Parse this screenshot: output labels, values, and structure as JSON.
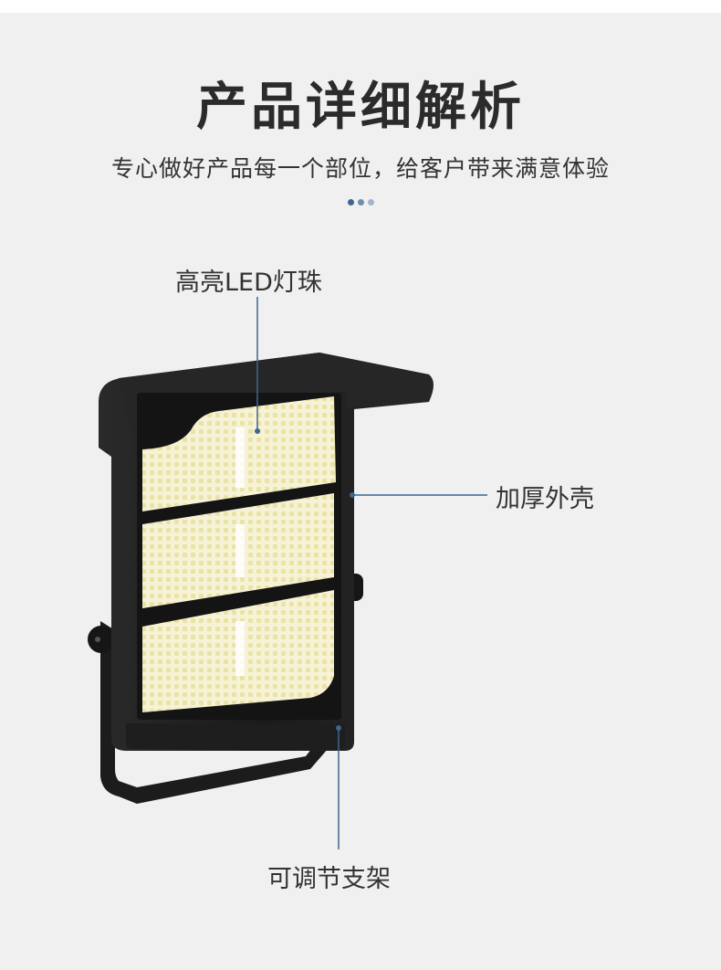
{
  "header": {
    "title": "产品详细解析",
    "subtitle": "专心做好产品每一个部位，给客户带来满意体验"
  },
  "dots": [
    {
      "color": "#3d6690"
    },
    {
      "color": "#6b8fb2"
    },
    {
      "color": "#9fb6cc"
    }
  ],
  "callouts": {
    "led": "高亮LED灯珠",
    "shell": "加厚外壳",
    "bracket": "可调节支架"
  },
  "colors": {
    "background": "#f0f0f0",
    "callout_line": "#3d6690",
    "housing": "#1f1f1f",
    "led_panel": "#f4f0d4"
  }
}
